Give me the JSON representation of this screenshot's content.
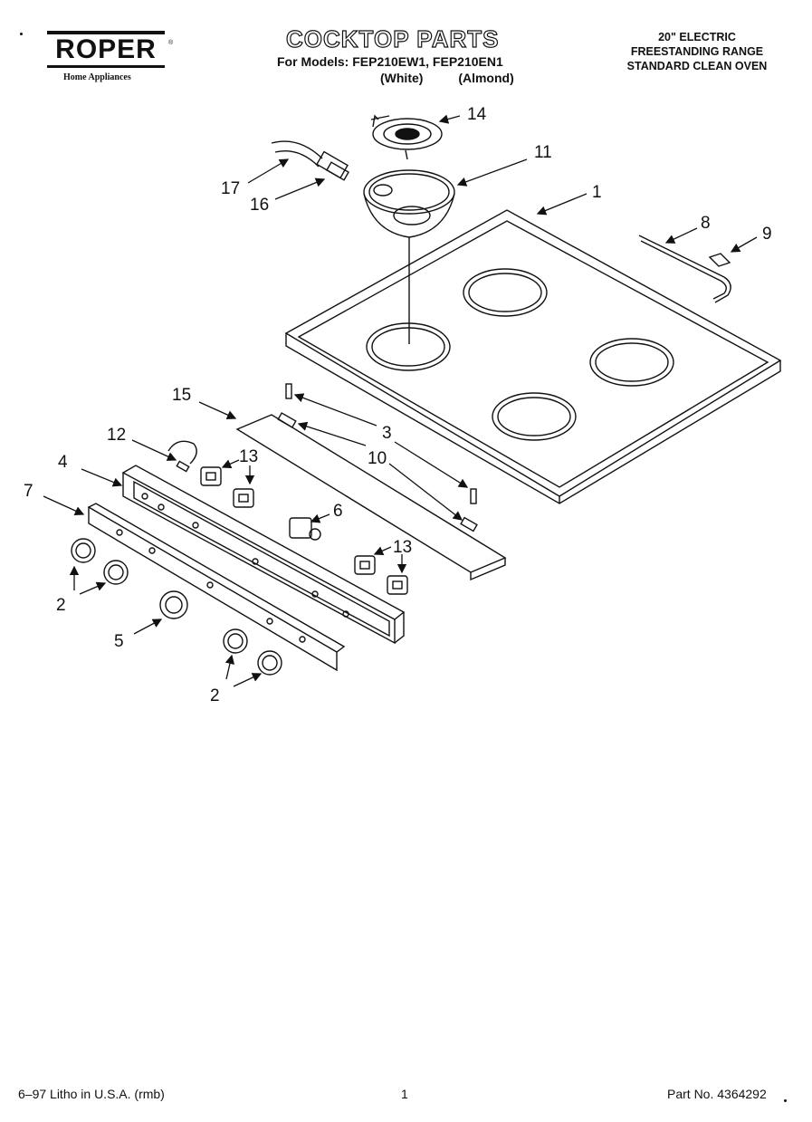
{
  "header": {
    "brand": "ROPER",
    "brand_tm": "®",
    "brand_tagline": "Home Appliances",
    "title": "COCKTOP PARTS",
    "models_line": "For Models: FEP210EW1, FEP210EN1",
    "colors_line": "(White)          (Almond)",
    "spec_lines": [
      "20\" ELECTRIC",
      "FREESTANDING RANGE",
      "STANDARD CLEAN OVEN"
    ]
  },
  "callouts": {
    "c1": "1",
    "c2a": "2",
    "c2b": "2",
    "c3": "3",
    "c4": "4",
    "c5": "5",
    "c6": "6",
    "c7": "7",
    "c8": "8",
    "c9": "9",
    "c10": "10",
    "c11": "11",
    "c12": "12",
    "c13a": "13",
    "c13b": "13",
    "c14": "14",
    "c15": "15",
    "c16": "16",
    "c17": "17"
  },
  "footer": {
    "litho": "6–97 Litho in U.S.A. (rmb)",
    "page": "1",
    "part_no": "Part No. 4364292"
  }
}
